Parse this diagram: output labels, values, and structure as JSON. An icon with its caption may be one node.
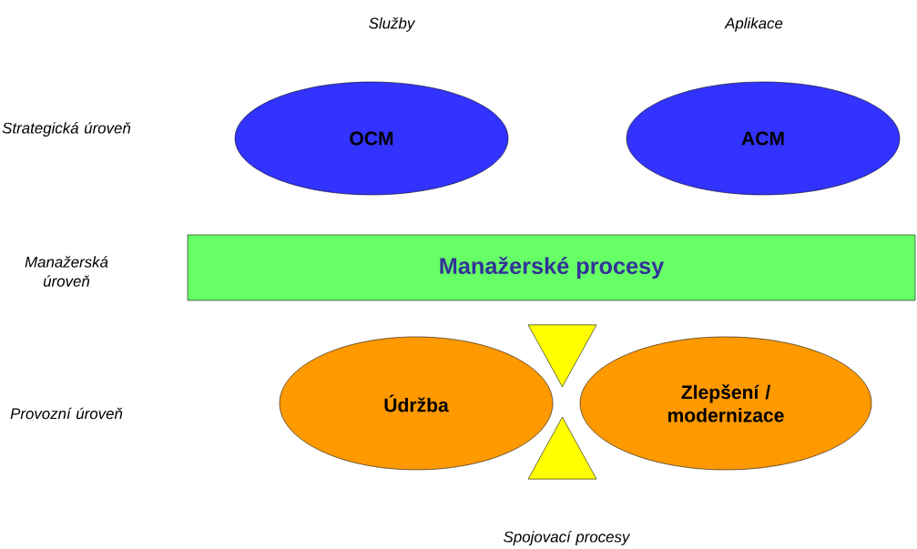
{
  "diagram": {
    "nodes": [
      {
        "text": [
          "OCM"
        ]
      },
      {
        "text": [
          "ACM"
        ]
      },
      {
        "text": [
          "Manažerské procesy"
        ]
      },
      {
        "text": [
          "Údržba"
        ]
      },
      {
        "text": [
          "Zlepšení / modernizace"
        ]
      },
      {
        "text": [],
        "shape": "triangle"
      },
      {
        "text": [],
        "shape": "triangle"
      }
    ],
    "labels": [
      "Služby",
      "Aplikace",
      "Strategická úroveň",
      "Manažerská úroveň",
      "Provozní úroveň",
      "Spojovací procesy"
    ]
  }
}
